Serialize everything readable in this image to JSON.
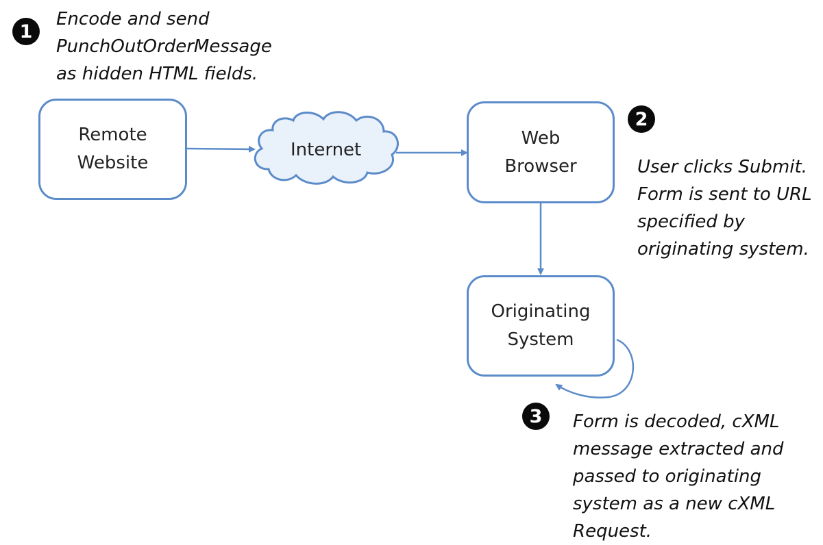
{
  "steps": [
    {
      "number": "1",
      "note": "Encode and send\nPunchOutOrderMessage\nas hidden HTML fields."
    },
    {
      "number": "2",
      "note": "User clicks Submit.\nForm is sent to URL\nspecified by\noriginating system."
    },
    {
      "number": "3",
      "note": "Form is decoded, cXML\nmessage extracted and\npassed to originating\nsystem as a new cXML\nRequest."
    }
  ],
  "nodes": {
    "remote_website": "Remote\nWebsite",
    "internet": "Internet",
    "web_browser": "Web\nBrowser",
    "originating_system": "Originating\nSystem"
  },
  "colors": {
    "box_border": "#5b8bc9",
    "arrow": "#5b8bc9",
    "cloud_fill": "#e9f1fb",
    "badge": "#0a0a0a"
  }
}
